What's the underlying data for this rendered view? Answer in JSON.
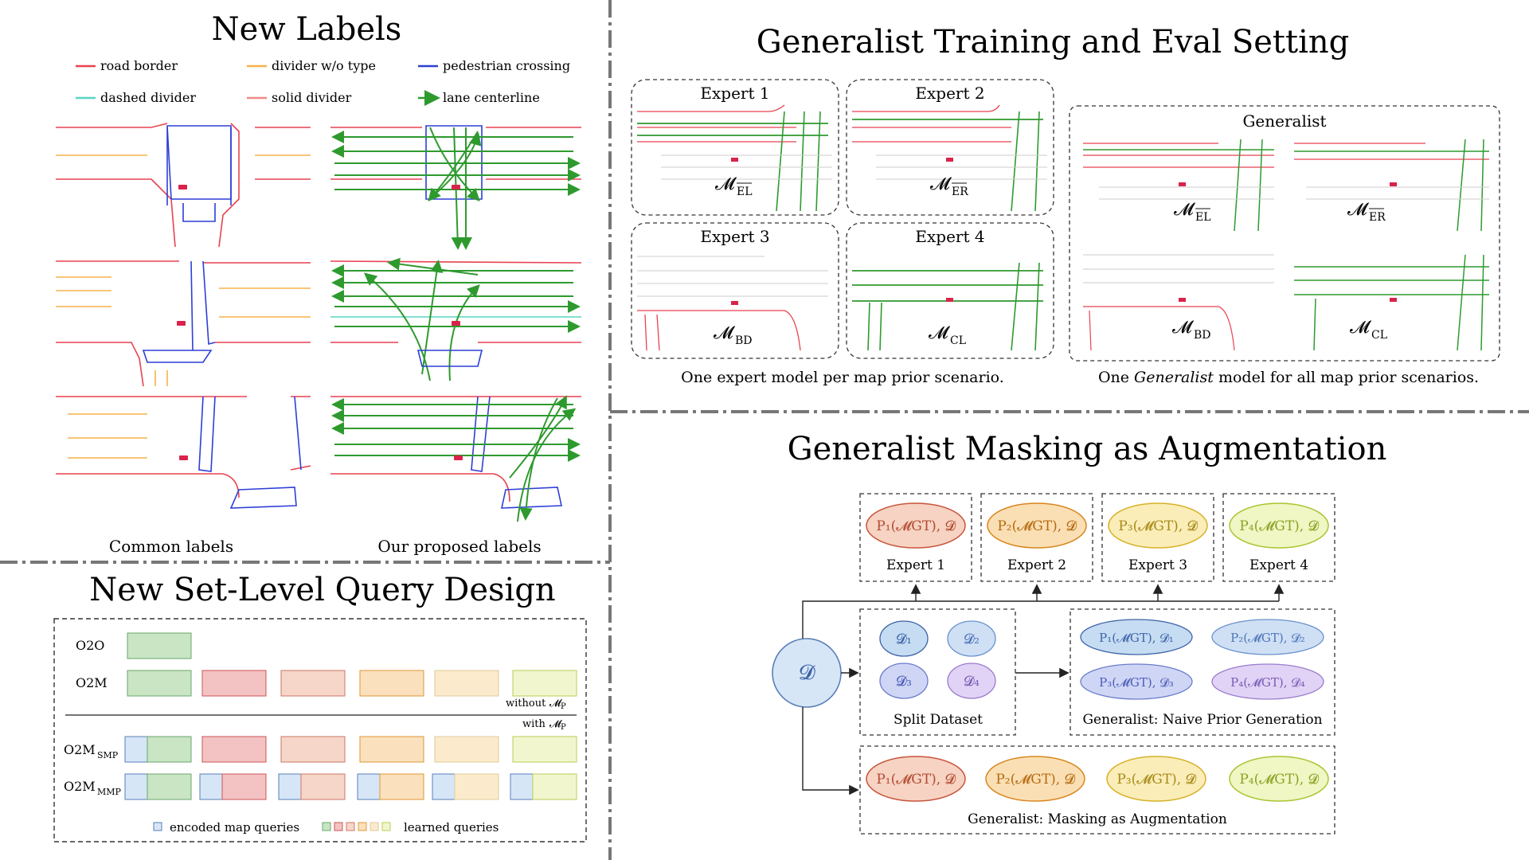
{
  "panels": {
    "labels": {
      "title": "New Labels",
      "legend": [
        {
          "label": "road border",
          "color": "#e8424f",
          "kind": "line"
        },
        {
          "label": "divider w/o type",
          "color": "#f5b24a",
          "kind": "line"
        },
        {
          "label": "pedestrian crossing",
          "color": "#2d3fd6",
          "kind": "line"
        },
        {
          "label": "dashed divider",
          "color": "#56d6c0",
          "kind": "line"
        },
        {
          "label": "solid divider",
          "color": "#f08a8a",
          "kind": "line"
        },
        {
          "label": "lane centerline",
          "color": "#2e9a2e",
          "kind": "arrow"
        }
      ],
      "caption_left": "Common labels",
      "caption_right": "Our proposed labels"
    },
    "query": {
      "title": "New Set-Level Query Design",
      "rows": [
        "O2O",
        "O2M",
        "O2M",
        "O2M"
      ],
      "row_subscripts": [
        "",
        "",
        "SMP",
        "MMP"
      ],
      "without_label": "without ",
      "with_label": "with ",
      "prior_symbol": "𝓜",
      "prior_sub": "P",
      "legend_encoded": "encoded map queries",
      "legend_learned": "learned queries",
      "colors": [
        "#c9e5c4",
        "#f3c2c2",
        "#f6d6c8",
        "#fbe0bd",
        "#fceacd",
        "#f2f6cf"
      ],
      "encoded_color": "#d6e6f7"
    },
    "training": {
      "title": "Generalist Training and Eval Setting",
      "experts": [
        {
          "label": "Expert 1",
          "sym": "𝓜",
          "sub": "EL",
          "overline": true
        },
        {
          "label": "Expert 2",
          "sym": "𝓜",
          "sub": "ER",
          "overline": true
        },
        {
          "label": "Expert 3",
          "sym": "𝓜",
          "sub": "BD",
          "overline": false
        },
        {
          "label": "Expert 4",
          "sym": "𝓜",
          "sub": "CL",
          "overline": false
        }
      ],
      "generalist_label": "Generalist",
      "caption_left": "One expert model per map prior scenario.",
      "caption_right_pre": "One ",
      "caption_right_em": "Generalist",
      "caption_right_post": " model for all map prior scenarios."
    },
    "masking": {
      "title": "Generalist Masking as Augmentation",
      "expert_boxes": [
        {
          "label": "Expert 1",
          "ellipse": "P₁(𝓜GT), 𝓓",
          "fill": "#f6d3c2",
          "stroke": "#c8543b",
          "text": "#b44b33"
        },
        {
          "label": "Expert 2",
          "ellipse": "P₂(𝓜GT), 𝓓",
          "fill": "#fbdfb4",
          "stroke": "#d8861f",
          "text": "#b56b10"
        },
        {
          "label": "Expert 3",
          "ellipse": "P₃(𝓜GT), 𝓓",
          "fill": "#faedb8",
          "stroke": "#d6b228",
          "text": "#a78a18"
        },
        {
          "label": "Expert 4",
          "ellipse": "P₄(𝓜GT), 𝓓",
          "fill": "#f0f6c4",
          "stroke": "#a9c531",
          "text": "#8aa324"
        }
      ],
      "dataset_symbol": "𝓓",
      "split_items": [
        "𝓓₁",
        "𝓓₂",
        "𝓓₃",
        "𝓓₄"
      ],
      "split_label": "Split Dataset",
      "naive_items": [
        "P₁(𝓜GT), 𝓓₁",
        "P₂(𝓜GT), 𝓓₂",
        "P₃(𝓜GT), 𝓓₃",
        "P₄(𝓜GT), 𝓓₄"
      ],
      "naive_label": "Generalist: Naive Prior Generation",
      "aug_items": [
        "P₁(𝓜GT), 𝓓",
        "P₂(𝓜GT), 𝓓",
        "P₃(𝓜GT), 𝓓",
        "P₄(𝓜GT), 𝓓"
      ],
      "aug_label": "Generalist: Masking as Augmentation"
    }
  }
}
